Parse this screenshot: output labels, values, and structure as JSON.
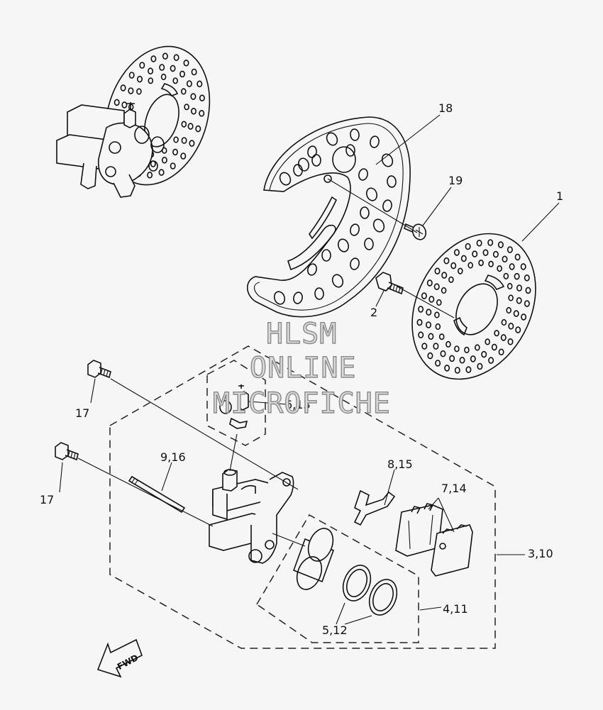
{
  "callouts": {
    "c1": "1",
    "c2": "2",
    "c3_10": "3,10",
    "c4_11": "4,11",
    "c5_12": "5,12",
    "c6_13": "6,13",
    "c7_14": "7,14",
    "c8_15": "8,15",
    "c9_16": "9,16",
    "c17a": "17",
    "c17b": "17",
    "c18": "18",
    "c19": "19"
  },
  "watermark": {
    "line1": "HLSM",
    "line2": "ONLINE",
    "line3": "MICROFICHE"
  },
  "direction_arrow": {
    "label": "FWD"
  },
  "colors": {
    "background": "#f6f6f6",
    "line": "#111111",
    "watermark": "#8a8a8a"
  }
}
